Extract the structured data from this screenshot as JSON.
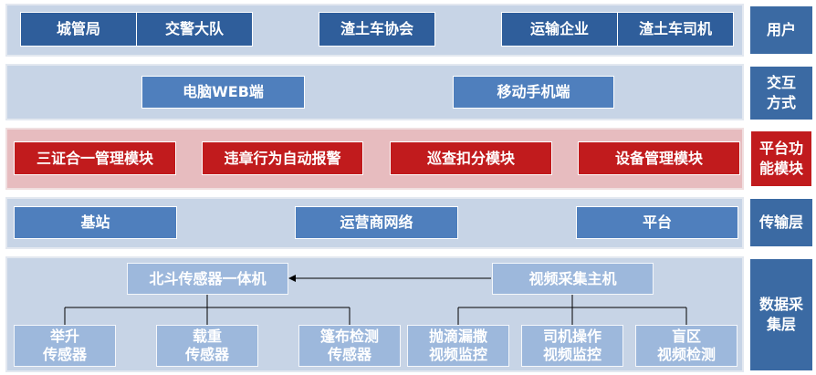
{
  "layers": {
    "user": {
      "label": "用户",
      "items": [
        "城管局",
        "交警大队",
        "渣土车协会",
        "运输企业",
        "渣土车司机"
      ]
    },
    "interaction": {
      "label": "交互\n方式",
      "items": [
        "电脑WEB端",
        "移动手机端"
      ]
    },
    "platform": {
      "label": "平台功\n能模块",
      "items": [
        "三证合一管理模块",
        "违章行为自动报警",
        "巡查扣分模块",
        "设备管理模块"
      ]
    },
    "transmission": {
      "label": "传输层",
      "items": [
        "基站",
        "运营商网络",
        "平台"
      ]
    },
    "data": {
      "label": "数据采\n集层",
      "hubs": [
        "北斗传感器一体机",
        "视频采集主机"
      ],
      "sensors": [
        "举升\n传感器",
        "载重\n传感器",
        "篷布检测\n传感器",
        "抛滴漏撒\n视频监控",
        "司机操作\n视频监控",
        "盲区\n视频检测"
      ]
    }
  }
}
